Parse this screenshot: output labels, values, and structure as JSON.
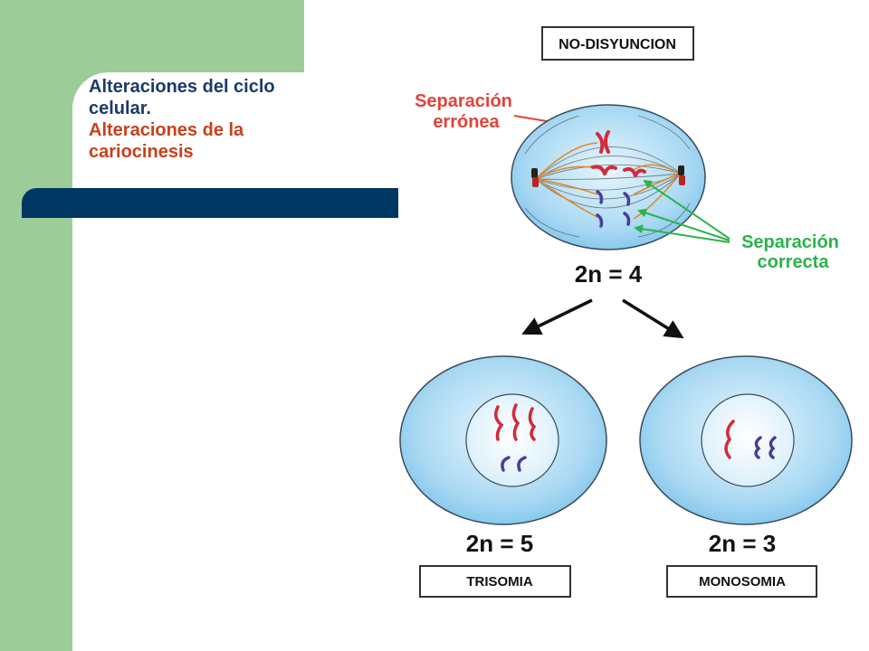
{
  "title": {
    "line1": "Alteraciones del ciclo",
    "line2": "celular.",
    "line3": "Alteraciones de la",
    "line4": "cariocinesis"
  },
  "diagram": {
    "heading": "NO-DISYUNCION",
    "wrong_label_1": "Separación",
    "wrong_label_2": "errónea",
    "correct_label_1": "Separación",
    "correct_label_2": "correcta",
    "parent_formula": "2n = 4",
    "left_formula": "2n = 5",
    "right_formula": "2n = 3",
    "left_box": "TRISOMIA",
    "right_box": "MONOSOMIA"
  },
  "colors": {
    "sidebar": "#9ccc98",
    "bar": "#003763",
    "title_primary": "#1a3a6b",
    "title_accent": "#c8401a",
    "wrong_label": "#e0443a",
    "correct_label": "#2ab34a",
    "cell_fill": "#bfe3f7",
    "chromosome_red": "#d42a3a",
    "chromosome_blue": "#4a3d9a"
  }
}
